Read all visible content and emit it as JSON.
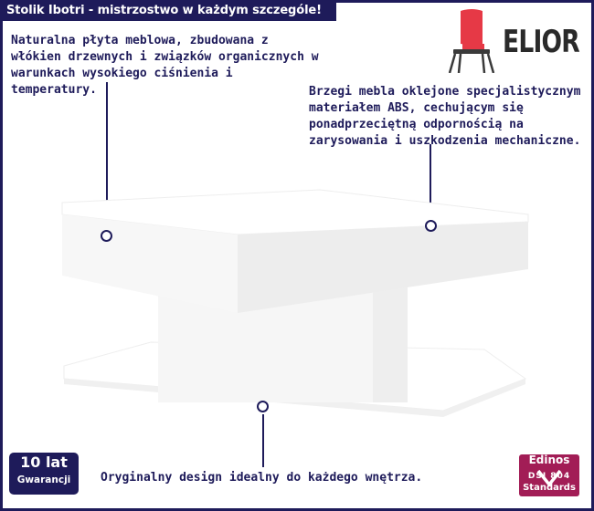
{
  "header": {
    "title": "Stolik Ibotri - mistrzostwo w każdym szczególe!"
  },
  "brand": {
    "name": "ELIOR",
    "accent_color": "#e63946",
    "text_color": "#2a2a2a"
  },
  "features": [
    {
      "text": "Naturalna płyta meblowa, zbudowana z włókien drzewnych i związków organicznych w warunkach wysokiego ciśnienia i temperatury."
    },
    {
      "text": "Brzegi mebla oklejone specjalistycznym materiałem ABS, cechującym się ponadprzeciętną odpornością na zarysowania i uszkodzenia mechaniczne."
    },
    {
      "text": "Oryginalny design idealny do każdego wnętrza."
    }
  ],
  "warranty": {
    "number": "10 lat",
    "label": "Gwarancji"
  },
  "certificate": {
    "brand": "Edinos",
    "code": "DSI 804",
    "label": "Standards"
  },
  "colors": {
    "primary": "#1e1b5a",
    "cert_bg": "#a21d56",
    "product": "#ffffff"
  }
}
